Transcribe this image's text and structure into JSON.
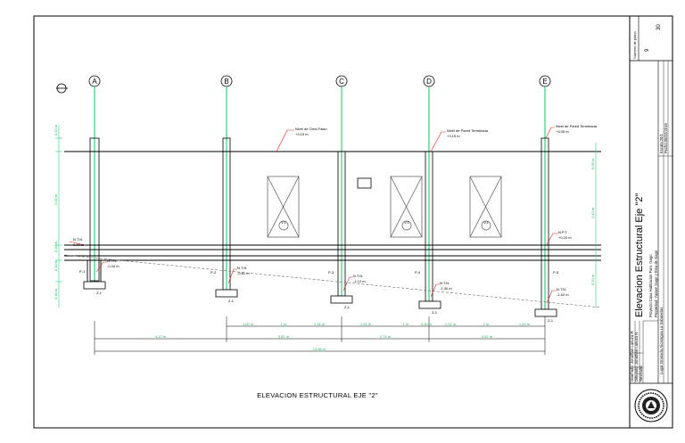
{
  "drawing": {
    "title": "ELEVACION ESTRUCTURAL EJE \"2\"",
    "axes": [
      "A",
      "B",
      "C",
      "D",
      "E"
    ],
    "levels": [
      {
        "label": "Nivel de Cielo Falso",
        "value": "+3.15 m"
      },
      {
        "label": "Nivel de Pared Terminada",
        "value": "+3.15 m"
      },
      {
        "label": "Nivel de Pared Terminada",
        "value": "+3.05 m"
      }
    ],
    "npt_left": {
      "label": "N.T.N.",
      "value": "0.00 m"
    },
    "npt_right": {
      "label": "N.P.T.",
      "value": "+0.20 m"
    },
    "piers": [
      {
        "name": "P-1",
        "ntn": "N.T.N.",
        "ntn_value": "-0.44 m",
        "footing": "Z-1"
      },
      {
        "name": "P-2",
        "ntn": "N.T.N.",
        "ntn_value": "-0.81 m",
        "footing": "Z-1"
      },
      {
        "name": "P-3",
        "ntn": "N.T.N.",
        "ntn_value": "-1.12 m",
        "footing": "Z-1"
      },
      {
        "name": "P-4",
        "ntn": "N.T.N.",
        "ntn_value": "-1.30 m",
        "footing": "Z-1"
      },
      {
        "name": "P-5",
        "ntn": "N.T.N.",
        "ntn_value": "-1.52 m",
        "footing": "Z-1"
      }
    ],
    "windows": [
      "V-1",
      "V-1",
      "V-1"
    ],
    "left_dims": [
      "0.15 m",
      "2.65 m",
      "0.20 m",
      "0.10 m",
      "0.30 m"
    ],
    "right_dims": [
      "0.05 m",
      "2.10 m",
      "0.20 m"
    ],
    "dims_row1": [
      "1.00 m",
      "1 m",
      "1.31 m",
      "1.52 m",
      "1 m",
      "0.30 m",
      "1.31 m",
      "1 m",
      "1.00 m"
    ],
    "dims_row2": [
      "4.17 m",
      "3.87 m",
      "2.74 m",
      "3.87 m"
    ],
    "dim_total": "14.65 m"
  },
  "title_block": {
    "sheet_label": "Numero de plano",
    "sheet_number": "9",
    "sheet_total": "30",
    "title": "Elevacion Estructural Eje \"2\"",
    "project": "Proyecto:Casa Habitacion Fam. Gago",
    "owner": "Propiedad: Yasser Gago y Elsa de Gago",
    "location": "Lugar:Granada,Nicaragua,La Sabanetas",
    "scale": "Escala:20/1",
    "date": "Fecha:08/02/2019",
    "designed": "Diseñado: Jonathan Lanuza R.",
    "drawn": "Dibujado: Jonathan Lanuza R.",
    "reviewed": "Revisado:"
  }
}
